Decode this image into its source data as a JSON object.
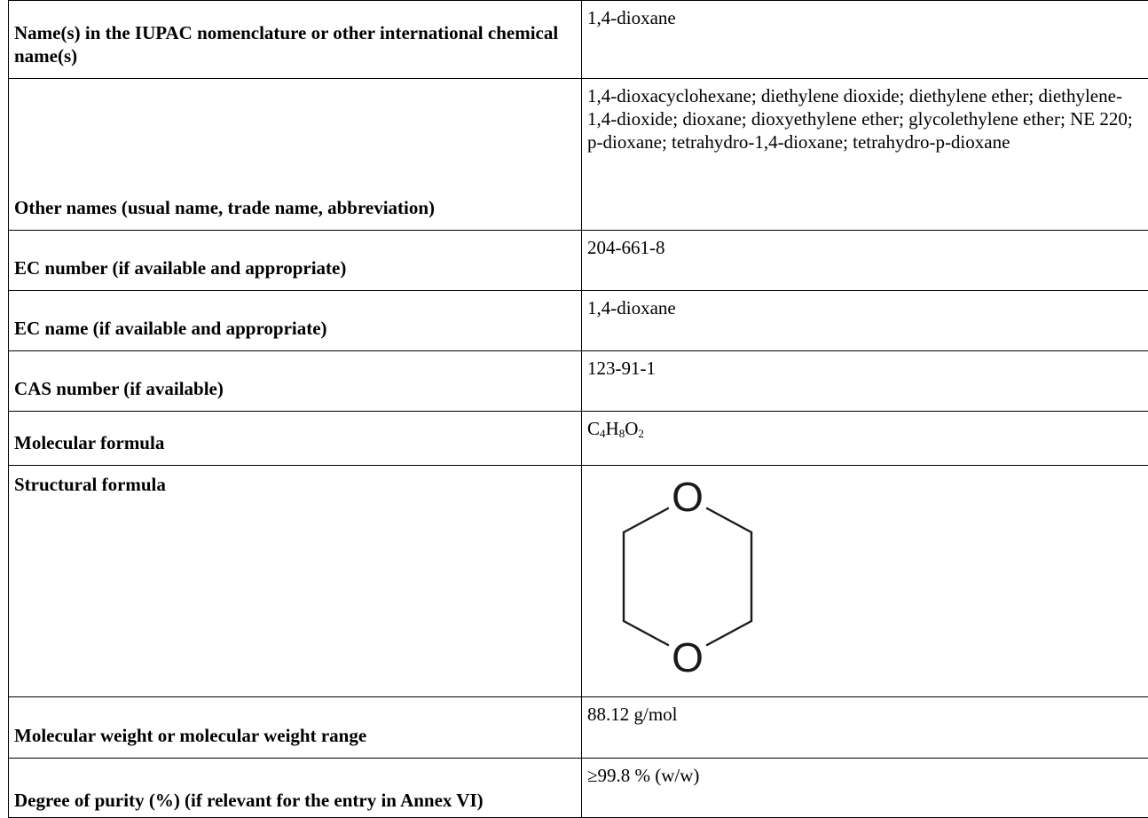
{
  "rows": [
    {
      "label": "Name(s) in the IUPAC nomenclature or other international chemical name(s)",
      "value": "1,4-dioxane"
    },
    {
      "label": "Other names (usual name, trade name, abbreviation)",
      "value": "1,4-dioxacyclohexane; diethylene dioxide; diethylene ether; diethylene-1,4-dioxide; dioxane; dioxyethylene ether; glycolethylene ether; NE 220; p-dioxane; tetrahydro-1,4-dioxane; tetrahydro-p-dioxane"
    },
    {
      "label": "EC number (if available and appropriate)",
      "value": "204-661-8"
    },
    {
      "label": "EC name (if available and appropriate)",
      "value": "1,4-dioxane"
    },
    {
      "label": "CAS number (if available)",
      "value": "123-91-1"
    },
    {
      "label": "Molecular formula",
      "formula": {
        "c": "C",
        "c_n": "4",
        "h": "H",
        "h_n": "8",
        "o": "O",
        "o_n": "2"
      }
    },
    {
      "label": "Structural formula",
      "atom_top": "O",
      "atom_bottom": "O"
    },
    {
      "label": "Molecular weight or molecular weight range",
      "value": "88.12 g/mol"
    },
    {
      "label": "Degree of purity (%) (if relevant for the entry in Annex VI)",
      "value": "≥99.8 % (w/w)"
    }
  ]
}
